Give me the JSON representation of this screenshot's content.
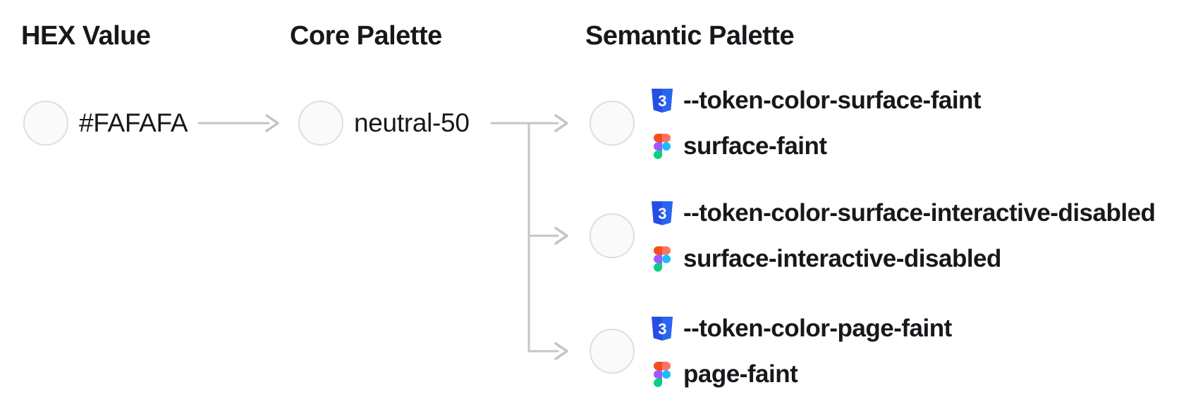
{
  "diagram": {
    "columns": {
      "hex_title": "HEX Value",
      "core_title": "Core Palette",
      "semantic_title": "Semantic Palette"
    },
    "hex_node": {
      "label": "#FAFAFA"
    },
    "core_node": {
      "label": "neutral-50"
    },
    "semantic_nodes": [
      {
        "css_token": "--token-color-surface-faint",
        "figma_name": "surface-faint"
      },
      {
        "css_token": "--token-color-surface-interactive-disabled",
        "figma_name": "surface-interactive-disabled"
      },
      {
        "css_token": "--token-color-page-faint",
        "figma_name": "page-faint"
      }
    ],
    "icons": {
      "css": "css3-shield-icon",
      "figma": "figma-logo-icon"
    },
    "colors": {
      "page_background": "#FFFFFF",
      "text": "#17181C",
      "connector": "#C3C5CC",
      "swatch_fill": "#FAFAFA",
      "swatch_border": "#DDDEE5",
      "css_badge_blue": "#264DE4",
      "css_badge_blue_light": "#2965F1",
      "figma_red": "#F24E1E",
      "figma_salmon": "#FF7262",
      "figma_purple": "#A259FF",
      "figma_blue": "#1ABCFE",
      "figma_green": "#0ACF83"
    }
  }
}
